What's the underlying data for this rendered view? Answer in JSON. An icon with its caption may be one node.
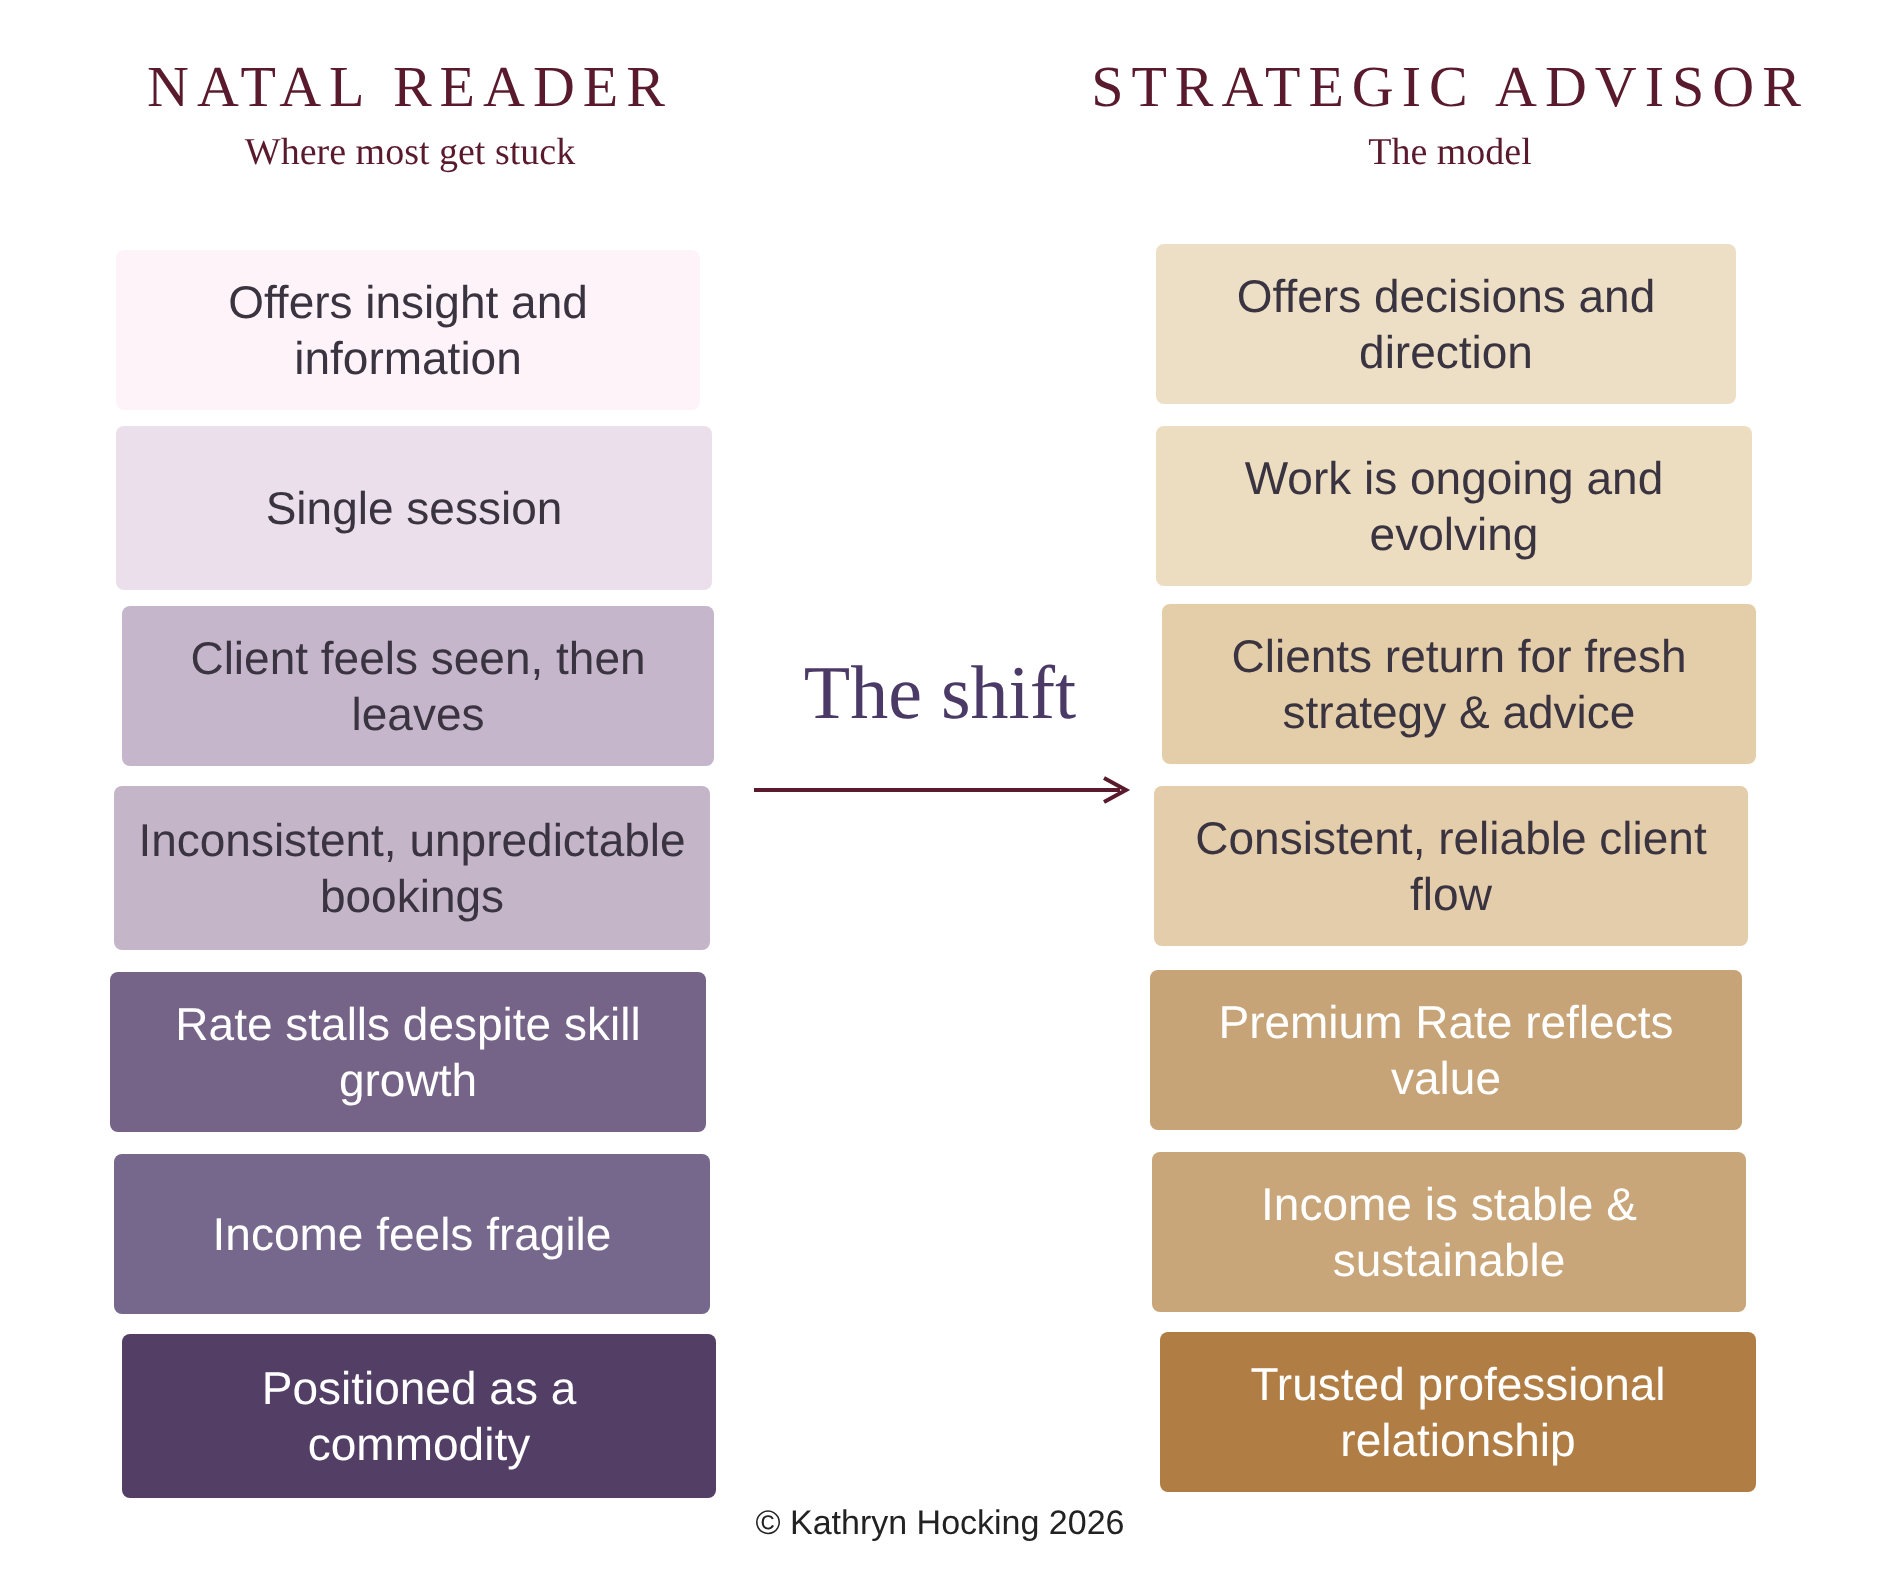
{
  "diagram": {
    "nodes": [
      {
        "text": [
          "Offers insight and information"
        ]
      },
      {
        "text": [
          "Single session"
        ]
      },
      {
        "text": [
          "Client feels seen, then leaves"
        ]
      },
      {
        "text": [
          "Inconsistent, unpredictable bookings"
        ]
      },
      {
        "text": [
          "Rate stalls despite skill growth"
        ]
      },
      {
        "text": [
          "Income feels fragile"
        ]
      },
      {
        "text": [
          "Positioned as a commodity"
        ]
      },
      {
        "text": [
          "Offers decisions and direction"
        ]
      },
      {
        "text": [
          "Work is ongoing and evolving"
        ]
      },
      {
        "text": [
          "Clients return for fresh strategy & advice"
        ]
      },
      {
        "text": [
          "Consistent, reliable client flow"
        ]
      },
      {
        "text": [
          "Premium Rate reflects value"
        ]
      },
      {
        "text": [
          "Income is stable & sustainable"
        ]
      },
      {
        "text": [
          "Trusted professional relationship"
        ]
      }
    ],
    "edges": [],
    "labels": [
      "NATAL READER",
      "Where most get stuck",
      "STRATEGIC ADVISOR",
      "The model",
      "The shift",
      "© Kathryn Hocking 2026"
    ]
  }
}
